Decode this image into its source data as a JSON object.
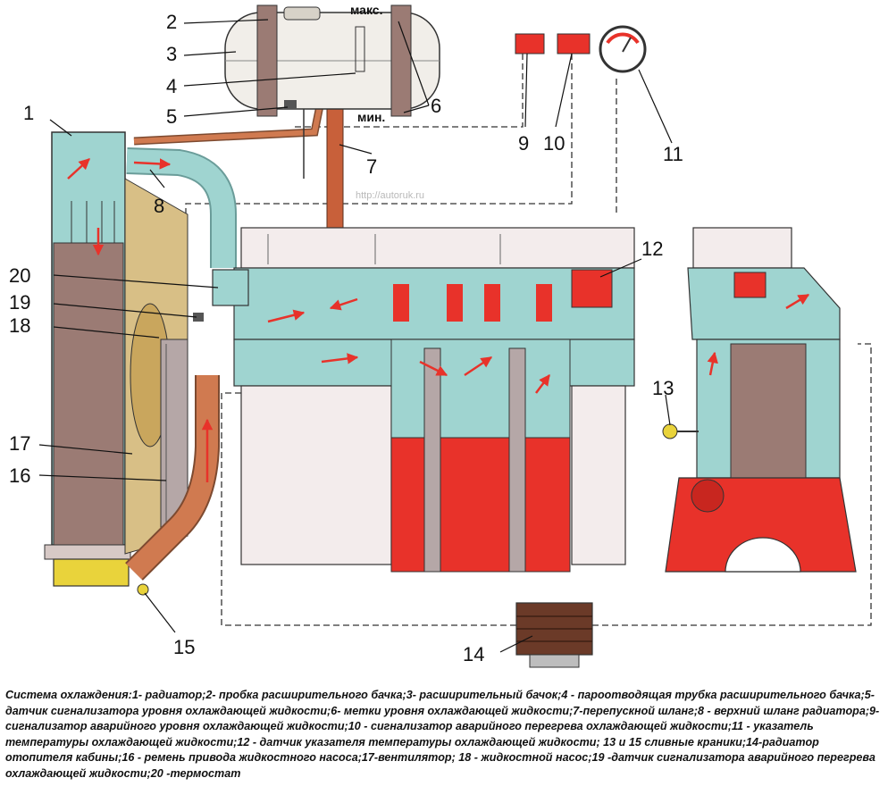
{
  "labels": {
    "n1": "1",
    "n2": "2",
    "n3": "3",
    "n4": "4",
    "n5": "5",
    "n6": "6",
    "n7": "7",
    "n8": "8",
    "n9": "9",
    "n10": "10",
    "n11": "11",
    "n12": "12",
    "n13": "13",
    "n14": "14",
    "n15": "15",
    "n16": "16",
    "n17": "17",
    "n18": "18",
    "n19": "19",
    "n20": "20"
  },
  "tank_marks": {
    "max": "макс.",
    "min": "мин."
  },
  "watermark": "http://autoruk.ru",
  "caption": "Система охлаждения:1- радиатор;2- пробка расширительного бачка;3- расширительный бачок;4 - пароотводящая трубка расширительного бачка;5-датчик сигнализатора уровня охлаждающей жидкости;6- метки уровня охлаждающей жидкости;7-перепускной шланг;8 - верхний шланг радиатора;9-сигнализатор аварийного уровня охлаждающей жидкости;10 - сигнализатор аварийного перегрева охлаждающей жидкости;11 - указатель температуры охлаждающей жидкости;12 - датчик указателя температуры охлаждающей жидкости; 13 и 15 сливные краники;14-радиатор отопителя кабины;16 - ремень привода жидкостного насоса;17-вентилятор; 18 - жидкостной насос;19 -датчик сигнализатора аварийного перегрева охлаждающей жидкости;20 -термостат",
  "colors": {
    "coolant": "#9fd4d0",
    "hot": "#e8322a",
    "radiator_core": "#9b7b74",
    "engine_block": "#f3ecec",
    "hose": "#c8603a",
    "drain_tank": "#e9d33b",
    "heater_core": "#6b3a28"
  }
}
